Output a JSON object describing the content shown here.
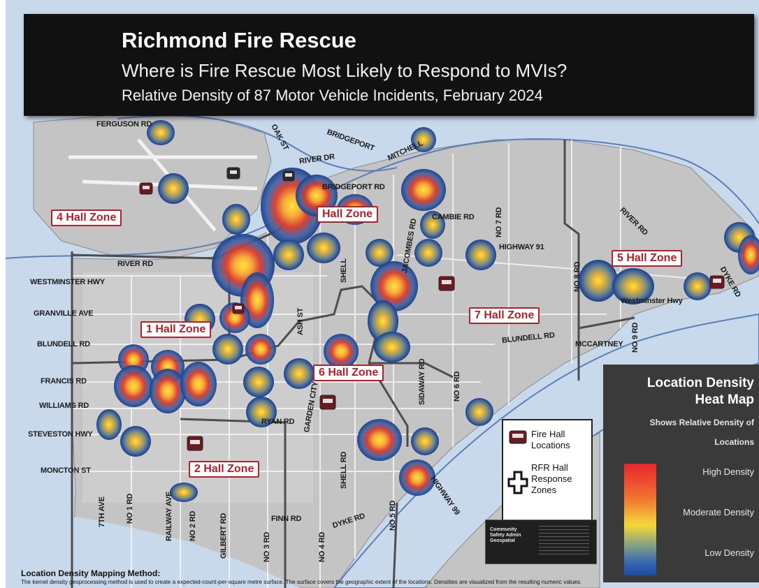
{
  "title": {
    "main": "Richmond Fire Rescue",
    "subtitle": "Where is Fire Rescue Most Likely to Respond to MVIs?",
    "description": "Relative Density of 87 Motor Vehicle Incidents, February 2024"
  },
  "zones": {
    "hall1": "1 Hall Zone",
    "hall2": "2 Hall Zone",
    "hall4": "4 Hall Zone",
    "hall5": "5 Hall Zone",
    "hall6": "6 Hall Zone",
    "hall7": "7 Hall Zone",
    "hall3_partial": "Hall Zone"
  },
  "roads": {
    "ferguson": "FERGUSON RD",
    "oak": "OAK ST",
    "river_dr": "RIVER DR",
    "bridgeport": "BRIDGEPORT RD",
    "bridgeport_short": "BRIDGEPORT",
    "mitchell": "MITCHELL",
    "cambie": "CAMBIE RD",
    "no7": "NO 7 RD",
    "highway91": "HIGHWAY 91",
    "river_rd": "RIVER RD",
    "river_rd_east": "RIVER RD",
    "westminster": "WESTMINSTER HWY",
    "granville": "GRANVILLE AVE",
    "blundell": "BLUNDELL RD",
    "blundell_east": "BLUNDELL RD",
    "francis": "FRANCIS RD",
    "williams": "WILLIAMS RD",
    "steveston": "STEVESTON HWY",
    "moncton": "MONCTON ST",
    "shell": "SHELL RD",
    "shell_north": "SHELL",
    "jacombes": "JACOMBES RD",
    "no8": "NO 8 RD",
    "no9": "NO 9 RD",
    "mccartney": "MCCARTNEY",
    "sidaway": "SIDAWAY RD",
    "no6": "NO 6 RD",
    "no5": "NO 5 RD",
    "highway99": "HIGHWAY 99",
    "dyke_south": "DYKE RD",
    "dyke_east": "DYKE RD",
    "finn": "FINN RD",
    "ryan": "RYAN RD",
    "garden_city": "GARDEN CITY RD",
    "ash": "ASH ST",
    "seventh": "7TH AVE",
    "no1": "NO 1 RD",
    "railway": "RAILWAY AVE",
    "no2": "NO 2 RD",
    "gilbert": "GILBERT RD",
    "no3": "NO 3 RD",
    "no4": "NO 4 RD",
    "westminster_east": "Westminster Hwy"
  },
  "legend": {
    "title_line1": "Location Density",
    "title_line2": "Heat Map",
    "caption_line1": "Shows Relative Density of",
    "caption_line2": "Locations",
    "high": "High Density",
    "moderate": "Moderate Density",
    "low": "Low Density"
  },
  "key": {
    "fire_hall_line1": "Fire Hall",
    "fire_hall_line2": "Locations",
    "zones_line1": "RFR Hall",
    "zones_line2": "Response",
    "zones_line3": "Zones"
  },
  "admin": {
    "line1": "Community",
    "line2": "Safety Admin",
    "line3": "Geospatial"
  },
  "method": {
    "heading": "Location Density Mapping Method:",
    "text": "The kernel density geoprocessing method is used to create a expected-count-per-square metre surface. The surface covers the geographic extent of the locations. Densities are visualized from the resulting numeric values."
  },
  "colors": {
    "water": "#c9d9ec",
    "land": "#c4c4c4",
    "zone_red": "#b3202a",
    "title_bg": "#111111",
    "legend_bg": "#3a3a3a"
  },
  "icons": {
    "fire_hall": "fire-truck-icon",
    "zone_outline": "cross-outline-icon"
  }
}
